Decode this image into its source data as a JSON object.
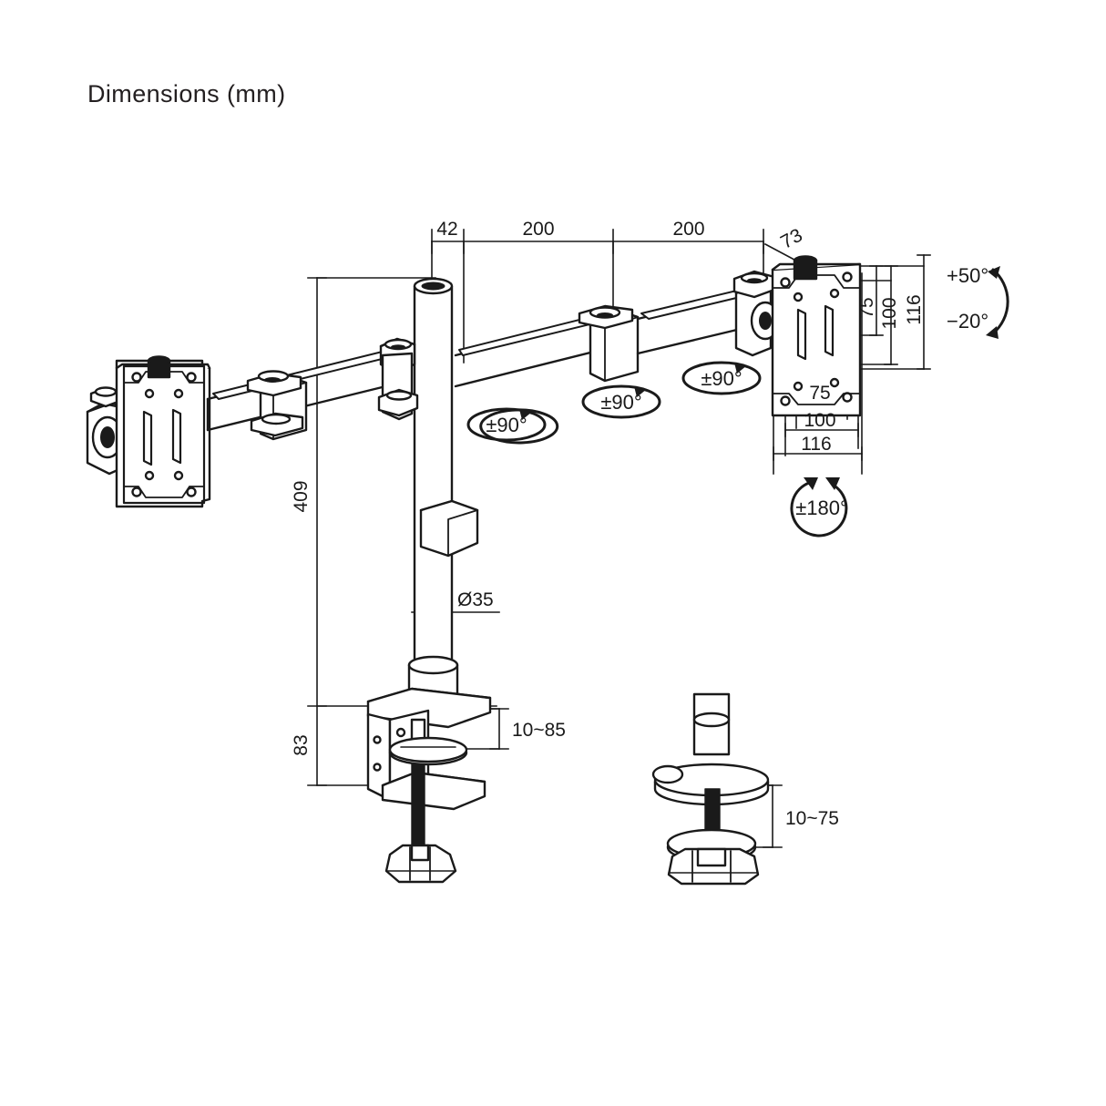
{
  "title": "Dimensions (mm)",
  "units": "mm",
  "drawing": {
    "name": "dual-monitor-desk-mount-dimension-drawing",
    "top_dimension_chain": [
      {
        "id": "d-42",
        "label": "42"
      },
      {
        "id": "d-200a",
        "label": "200"
      },
      {
        "id": "d-200b",
        "label": "200"
      }
    ],
    "leader_dimensions": [
      {
        "id": "d-73",
        "label": "73"
      },
      {
        "id": "d-dia35",
        "label": "Ø35"
      }
    ],
    "vertical_dimensions": [
      {
        "id": "d-409",
        "label": "409"
      },
      {
        "id": "d-83",
        "label": "83"
      }
    ],
    "vesa_vertical": [
      {
        "id": "vesa-v-75",
        "label": "75"
      },
      {
        "id": "vesa-v-100",
        "label": "100"
      },
      {
        "id": "vesa-v-116",
        "label": "116"
      }
    ],
    "vesa_horizontal": [
      {
        "id": "vesa-h-75",
        "label": "75"
      },
      {
        "id": "vesa-h-100",
        "label": "100"
      },
      {
        "id": "vesa-h-116",
        "label": "116"
      }
    ],
    "clamp_ranges": [
      {
        "id": "clamp-c",
        "label": "10~85"
      },
      {
        "id": "clamp-grommet",
        "label": "10~75"
      }
    ],
    "rotation_annotations": [
      {
        "id": "rot-left",
        "label": "±90°"
      },
      {
        "id": "rot-mid",
        "label": "±90°"
      },
      {
        "id": "rot-right",
        "label": "±90°"
      },
      {
        "id": "rot-swivel",
        "label": "±180°"
      }
    ],
    "tilt_annotations": [
      {
        "id": "tilt-up",
        "label": "+50°"
      },
      {
        "id": "tilt-down",
        "label": "−20°"
      }
    ]
  },
  "colors": {
    "line": "#1a1a1a",
    "background": "#ffffff",
    "fill_dark": "#1a1a1a",
    "fill_light": "#ffffff"
  }
}
